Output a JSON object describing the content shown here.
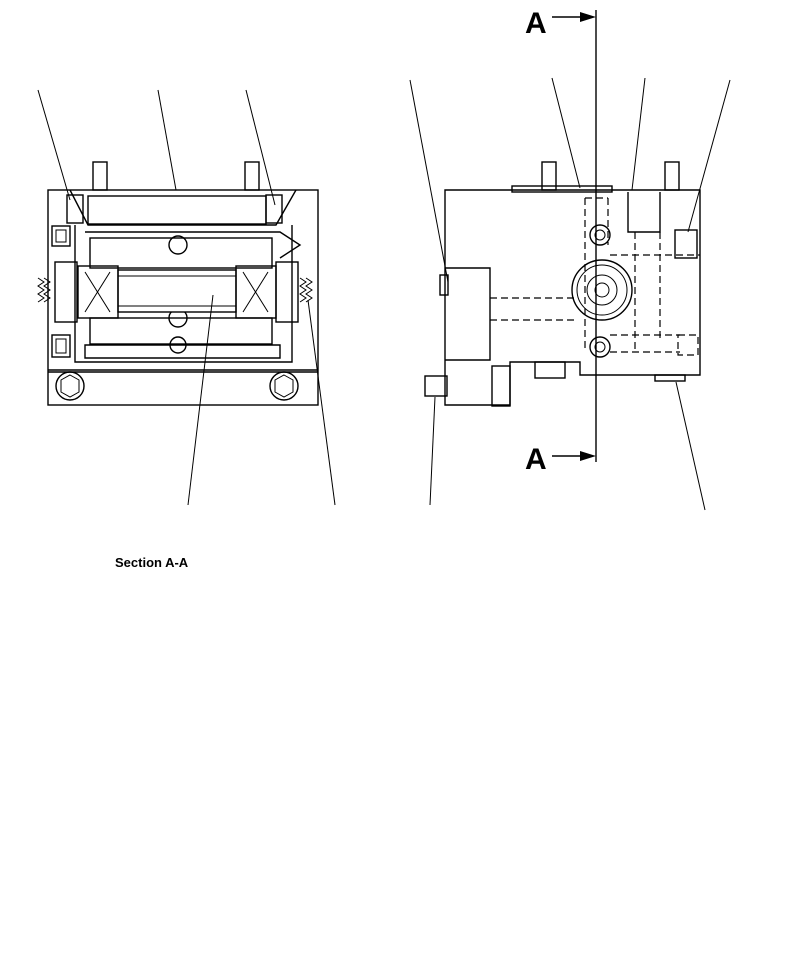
{
  "section_marker_top": "A",
  "section_marker_bottom": "A",
  "caption": "Section A-A"
}
